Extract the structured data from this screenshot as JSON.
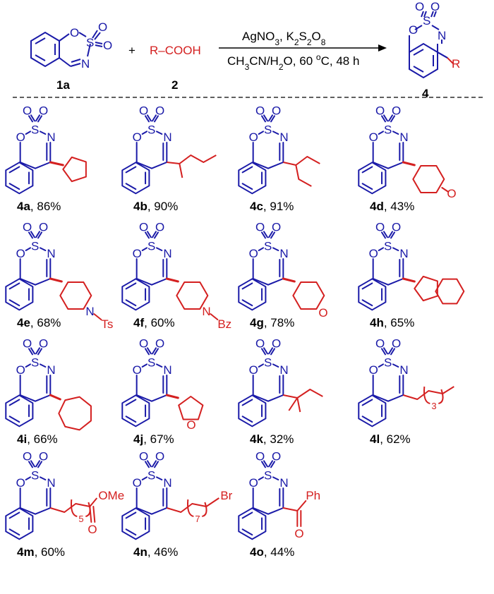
{
  "colors": {
    "scaffold": "#1a1aa8",
    "substituent": "#d42020",
    "text": "#000000"
  },
  "scheme": {
    "plus": "+",
    "reagent_acid": "R–COOH",
    "conditions_top": "AgNO3, K2S2O8",
    "conditions_bottom": "CH3CN/H2O, 60 oC, 48 h",
    "label_start": "1a",
    "label_acid": "2",
    "label_product": "4",
    "product_R": "R"
  },
  "atoms": {
    "O": "O",
    "S": "S",
    "N": "N",
    "Ts": "Ts",
    "Bz": "Bz",
    "OMe": "OMe",
    "Br": "Br",
    "Ph": "Ph"
  },
  "products": [
    {
      "id": "4a",
      "yield": ", 86%"
    },
    {
      "id": "4b",
      "yield": ", 90%"
    },
    {
      "id": "4c",
      "yield": ", 91%"
    },
    {
      "id": "4d",
      "yield": ", 43%"
    },
    {
      "id": "4e",
      "yield": ", 68%"
    },
    {
      "id": "4f",
      "yield": ", 60%"
    },
    {
      "id": "4g",
      "yield": ", 78%"
    },
    {
      "id": "4h",
      "yield": ", 65%"
    },
    {
      "id": "4i",
      "yield": ", 66%"
    },
    {
      "id": "4j",
      "yield": ", 67%"
    },
    {
      "id": "4k",
      "yield": ", 32%"
    },
    {
      "id": "4l",
      "yield": ", 62%",
      "chain_n": "3"
    },
    {
      "id": "4m",
      "yield": ", 60%",
      "chain_n": "5"
    },
    {
      "id": "4n",
      "yield": ", 46%",
      "chain_n": "7"
    },
    {
      "id": "4o",
      "yield": ", 44%"
    }
  ]
}
